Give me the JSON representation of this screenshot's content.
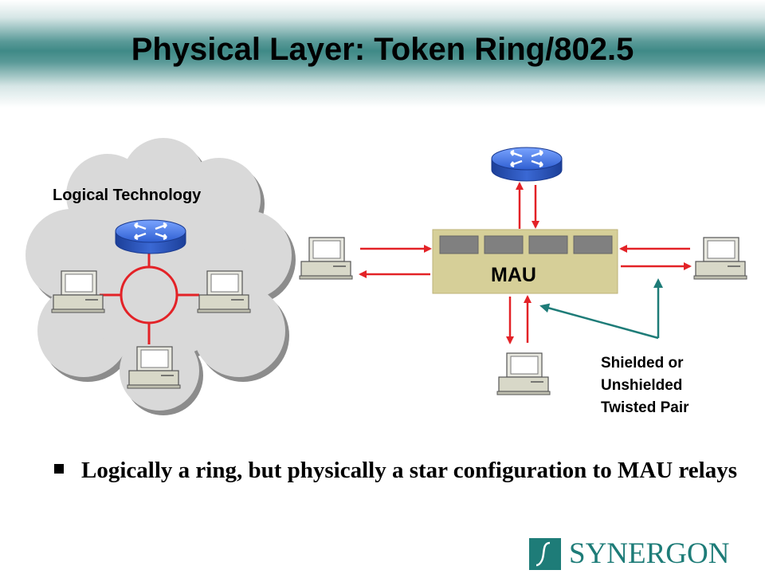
{
  "slide": {
    "title": "Physical Layer: Token Ring/802.5"
  },
  "diagram": {
    "cloud_label": "Logical Technology",
    "mau_label": "MAU",
    "cable_label_lines": [
      "Shielded or",
      "Unshielded",
      "Twisted Pair"
    ]
  },
  "bullets": [
    "Logically a ring, but physically a star configuration to MAU relays"
  ],
  "logo": {
    "text": "SYNERGON"
  },
  "colors": {
    "title_band": "#3f8a87",
    "link_red": "#e32227",
    "cable_teal": "#1e7c78",
    "router_blue": "#3b6fd6",
    "mau_fill": "#d6cf98",
    "cloud": "#d9d9d9",
    "logo_teal": "#1e7c78"
  }
}
